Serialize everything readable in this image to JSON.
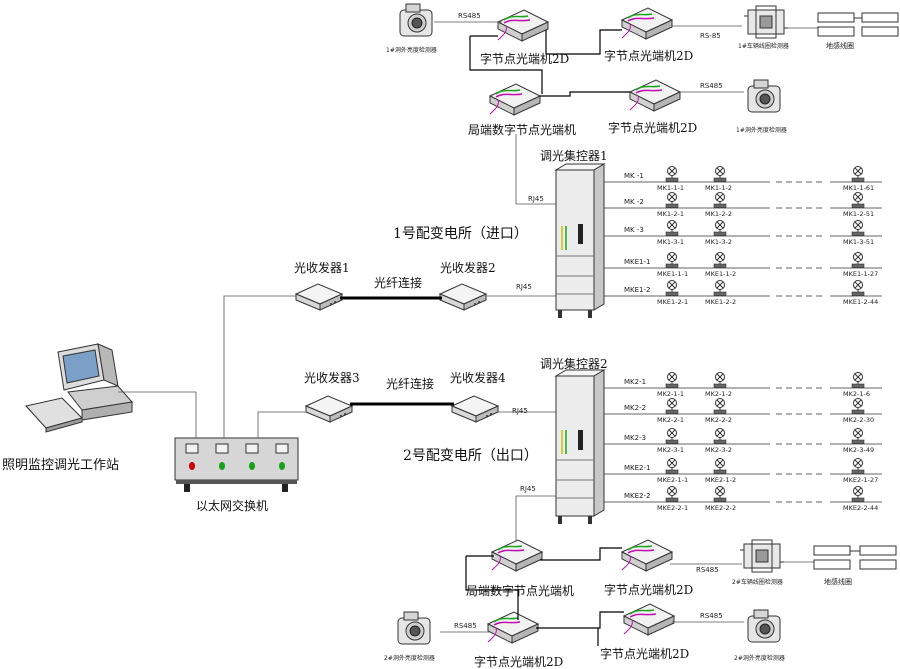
{
  "workstation": "照明监控调光工作站",
  "switch": "以太网交换机",
  "fiber_link": "光纤连接",
  "rj45": "RJ45",
  "rs485": "RS485",
  "substation1": {
    "title": "1号配变电所（进口）",
    "controller": "调光集控器1",
    "transceiver_a": "光收发器1",
    "transceiver_b": "光收发器2",
    "rows": [
      {
        "id": "MK -1",
        "first": "MK1-1-1",
        "second": "MK1-1-2",
        "last": "MK1-1-61"
      },
      {
        "id": "MK -2",
        "first": "MK1-2-1",
        "second": "MK1-2-2",
        "last": "MK1-2-51"
      },
      {
        "id": "MK -3",
        "first": "MK1-3-1",
        "second": "MK1-3-2",
        "last": "MK1-3-51"
      },
      {
        "id": "MKE1-1",
        "first": "MKE1-1-1",
        "second": "MKE1-1-2",
        "last": "MKE1-1-27"
      },
      {
        "id": "MKE1-2",
        "first": "MKE1-2-1",
        "second": "MKE1-2-2",
        "last": "MKE1-2-44"
      }
    ],
    "optical_local": "局端数字节点光端机",
    "optical_node_a": "字节点光端机2D",
    "optical_node_b": "字节点光端机2D",
    "optical_node_c": "字节点光端机2D",
    "sensor_left": "1#洞外亮度检测器",
    "sensor_right": "1#洞外亮度检测器",
    "loop_detector": "1#车辆线圈检测器",
    "loop_coil": "地感线圈",
    "rs85": "RS-85"
  },
  "substation2": {
    "title": "2号配变电所（出口）",
    "controller": "调光集控器2",
    "transceiver_a": "光收发器3",
    "transceiver_b": "光收发器4",
    "rows": [
      {
        "id": "MK2-1",
        "first": "MK2-1-1",
        "second": "MK2-1-2",
        "last": "MK2-1-6"
      },
      {
        "id": "MK2-2",
        "first": "MK2-2-1",
        "second": "MK2-2-2",
        "last": "MK2-2-30"
      },
      {
        "id": "MK2-3",
        "first": "MK2-3-1",
        "second": "MK2-3-2",
        "last": "MK2-3-49"
      },
      {
        "id": "MKE2-1",
        "first": "MKE2-1-1",
        "second": "MKE2-1-2",
        "last": "MKE2-1-27"
      },
      {
        "id": "MKE2-2",
        "first": "MKE2-2-1",
        "second": "MKE2-2-2",
        "last": "MKE2-2-44"
      }
    ],
    "optical_local": "局端数字节点光端机",
    "optical_node_a": "字节点光端机2D",
    "optical_node_b": "字节点光端机2D",
    "optical_node_c": "字节点光端机2D",
    "sensor_left": "2#洞外亮度检测器",
    "sensor_right": "2#洞外亮度检测器",
    "loop_detector": "2#车辆线圈检测器",
    "loop_coil": "地感线圈"
  }
}
